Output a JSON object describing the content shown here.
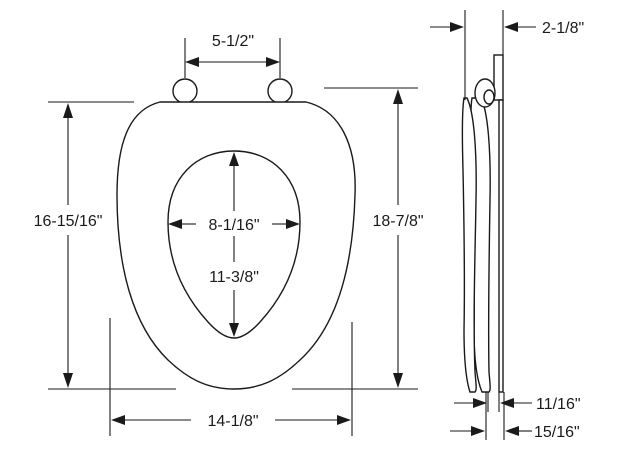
{
  "dimensions": {
    "hinge_spacing": "5-1/2\"",
    "seat_length": "16-15/16\"",
    "overall_length": "18-7/8\"",
    "opening_width": "8-1/16\"",
    "opening_length": "11-3/8\"",
    "seat_width": "14-1/8\"",
    "hinge_depth": "2-1/8\"",
    "lid_thickness": "11/16\"",
    "seat_thickness": "15/16\""
  }
}
